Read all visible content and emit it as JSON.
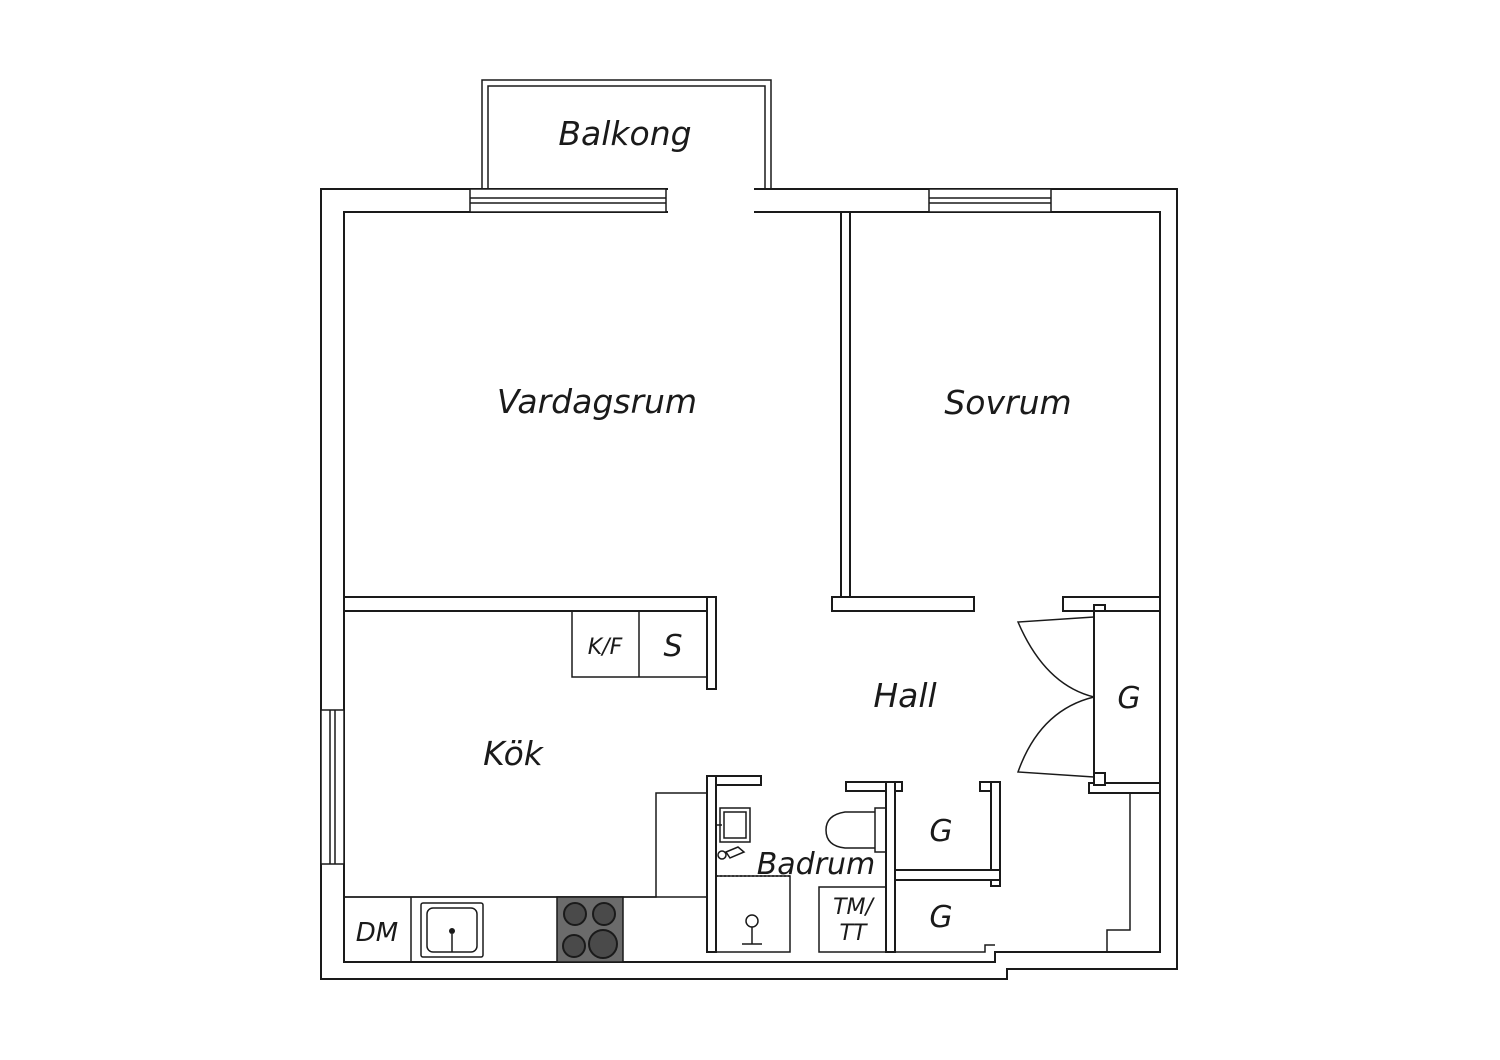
{
  "plan": {
    "rooms": {
      "balcony": "Balkong",
      "living_room": "Vardagsrum",
      "bedroom": "Sovrum",
      "hall": "Hall",
      "kitchen": "Kök",
      "bathroom": "Badrum",
      "closet_hall": "G",
      "closet_upper": "G",
      "closet_lower": "G"
    },
    "appliances": {
      "fridge_freezer": "K/F",
      "cabinet": "S",
      "dishwasher": "DM",
      "washer_dryer_line1": "TM/",
      "washer_dryer_line2": "TT"
    },
    "colors": {
      "line": "#1a1a1a",
      "background": "#ffffff",
      "stove": "#6b6b6b"
    }
  }
}
